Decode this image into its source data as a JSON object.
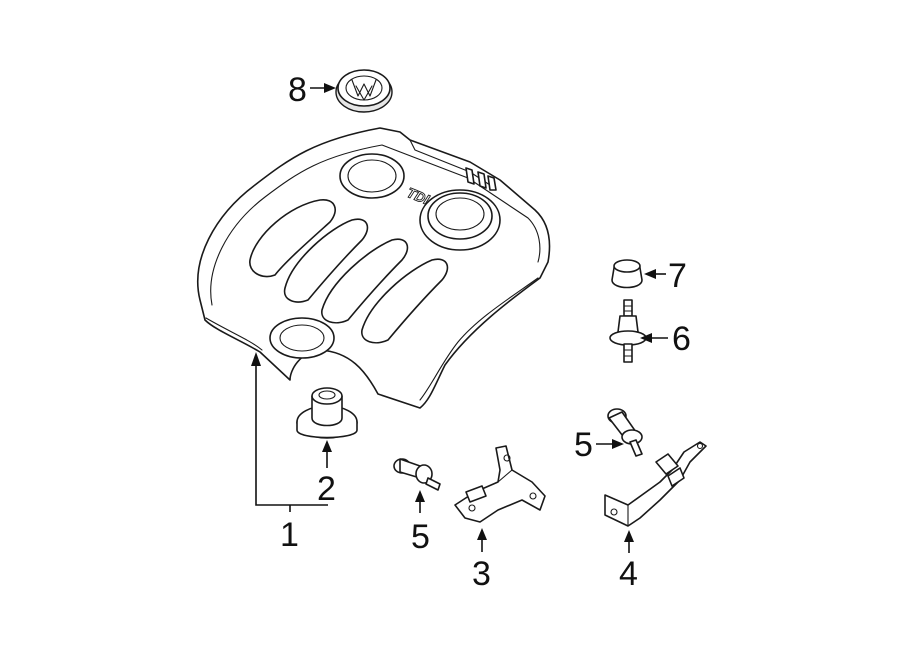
{
  "diagram": {
    "cover_marking": "TDI",
    "callouts": [
      {
        "id": "c1",
        "label": "1"
      },
      {
        "id": "c2",
        "label": "2"
      },
      {
        "id": "c3",
        "label": "3"
      },
      {
        "id": "c4",
        "label": "4"
      },
      {
        "id": "c5a",
        "label": "5"
      },
      {
        "id": "c5b",
        "label": "5"
      },
      {
        "id": "c6",
        "label": "6"
      },
      {
        "id": "c7",
        "label": "7"
      },
      {
        "id": "c8",
        "label": "8"
      }
    ]
  }
}
